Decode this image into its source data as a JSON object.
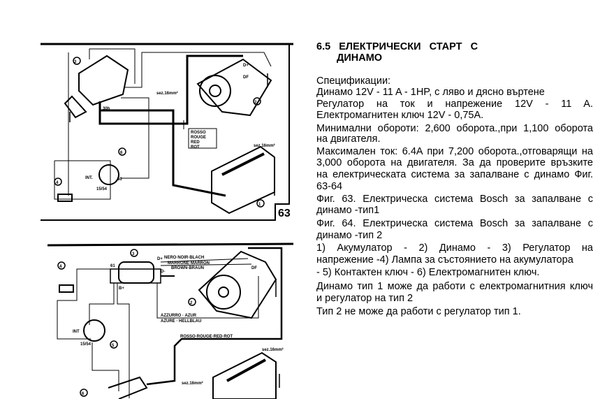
{
  "section": {
    "number": "6.5",
    "title_line1": "ЕЛЕКТРИЧЕСКИ   СТАРТ   С",
    "title_line2": "ДИНАМО"
  },
  "body_lines": [
    {
      "text": "Спецификации:",
      "justify": false
    },
    {
      "text": "Динамо 12V - 11 A - 1HP, с ляво и дясно въртене",
      "justify": false
    },
    {
      "text": "Регулатор на ток и напрежение 12V - 11 A.",
      "justify": true
    },
    {
      "text": "Електромагнитен ключ 12V - 0,75A.",
      "justify": false
    },
    {
      "text": "Минимални обороти: 2,600 оборота.,при  1,100 оборота",
      "justify": true
    },
    {
      "text": "на двигателя.",
      "justify": false
    },
    {
      "text": "Максимален ток: 6.4A при 7,200 оборота.,отговарящи на",
      "justify": true
    },
    {
      "text": "3,000 оборота на двигателя. За да проверите връзките",
      "justify": true
    },
    {
      "text": "на електрическата система за запалване с динамо  Фиг.",
      "justify": true
    },
    {
      "text": "63-64",
      "justify": false
    },
    {
      "text": "Фиг. 63.     Електрическа система Bosch за запалване с",
      "justify": true
    },
    {
      "text": "динамо  -тип1",
      "justify": false
    },
    {
      "text": " Фиг. 64.     Електрическа система Bosch за запалване с",
      "justify": true
    },
    {
      "text": "динамо  -тип 2",
      "justify": false
    },
    {
      "text": "1) Акумулатор - 2) Динамо - 3) Регулатор на",
      "justify": true
    },
    {
      "text": "напрежение -4) Лампа за състоянието на акумулатора",
      "justify": false
    },
    {
      "text": " - 5) Контактен ключ - 6) Електромагнитен ключ.",
      "justify": false
    },
    {
      "text": "Динамо тип 1 може да работи с електромагнитния ключ",
      "justify": true
    },
    {
      "text": "и регулатор на тип 2",
      "justify": false
    },
    {
      "text": "Тип 2 не може да работи с регулатор тип 1.",
      "justify": false
    }
  ],
  "figure63": {
    "number": "63",
    "wire_label": [
      "ROSSO",
      "ROUGE",
      "RED",
      "ROT"
    ],
    "section_label": "sez.16mm²",
    "terminals": [
      "30h",
      "INT.",
      "50",
      "15/54",
      "D+",
      "DF"
    ],
    "callouts": [
      "1",
      "2",
      "3",
      "4",
      "6"
    ]
  },
  "figure64": {
    "wire_black": "NERO·NOIR·BLACH",
    "wire_brown_1": "MARRONE·MARRON",
    "wire_brown_2": "BROWN·BRAUN",
    "wire_blue_1": "AZZURRO · AZUR",
    "wire_blue_2": "AZURE · HELLBLAU",
    "wire_red": "ROSSO·ROUGE·RED·ROT",
    "section_label": "sez.16mm²",
    "terminals": [
      "D+",
      "DF",
      "INT",
      "15/54",
      "61",
      "B+",
      "D-"
    ],
    "callouts": [
      "2",
      "3",
      "4",
      "5",
      "6"
    ]
  }
}
